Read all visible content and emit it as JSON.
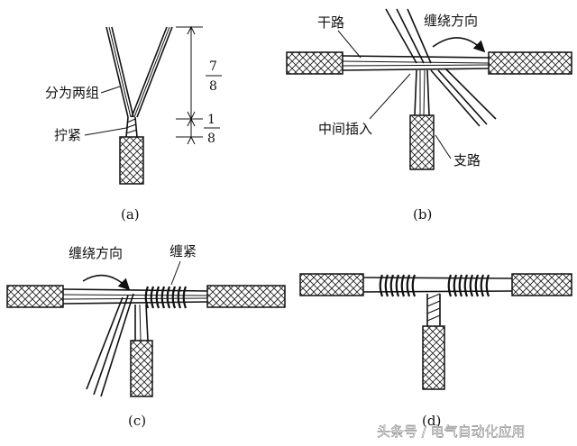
{
  "labels": {
    "a_split": "分为两组",
    "a_twist": "拧紧",
    "b_main": "干路",
    "b_winding": "缠绕方向",
    "b_insert": "中间插入",
    "b_branch": "支路",
    "c_winding": "缠绕方向",
    "c_tighten": "缠紧"
  },
  "fractions": {
    "top": {
      "num": "7",
      "den": "8"
    },
    "bottom": {
      "num": "1",
      "den": "8"
    }
  },
  "captions": {
    "a": "(a)",
    "b": "(b)",
    "c": "(c)",
    "d": "(d)"
  },
  "watermark": "头条号 / 电气自动化应用"
}
